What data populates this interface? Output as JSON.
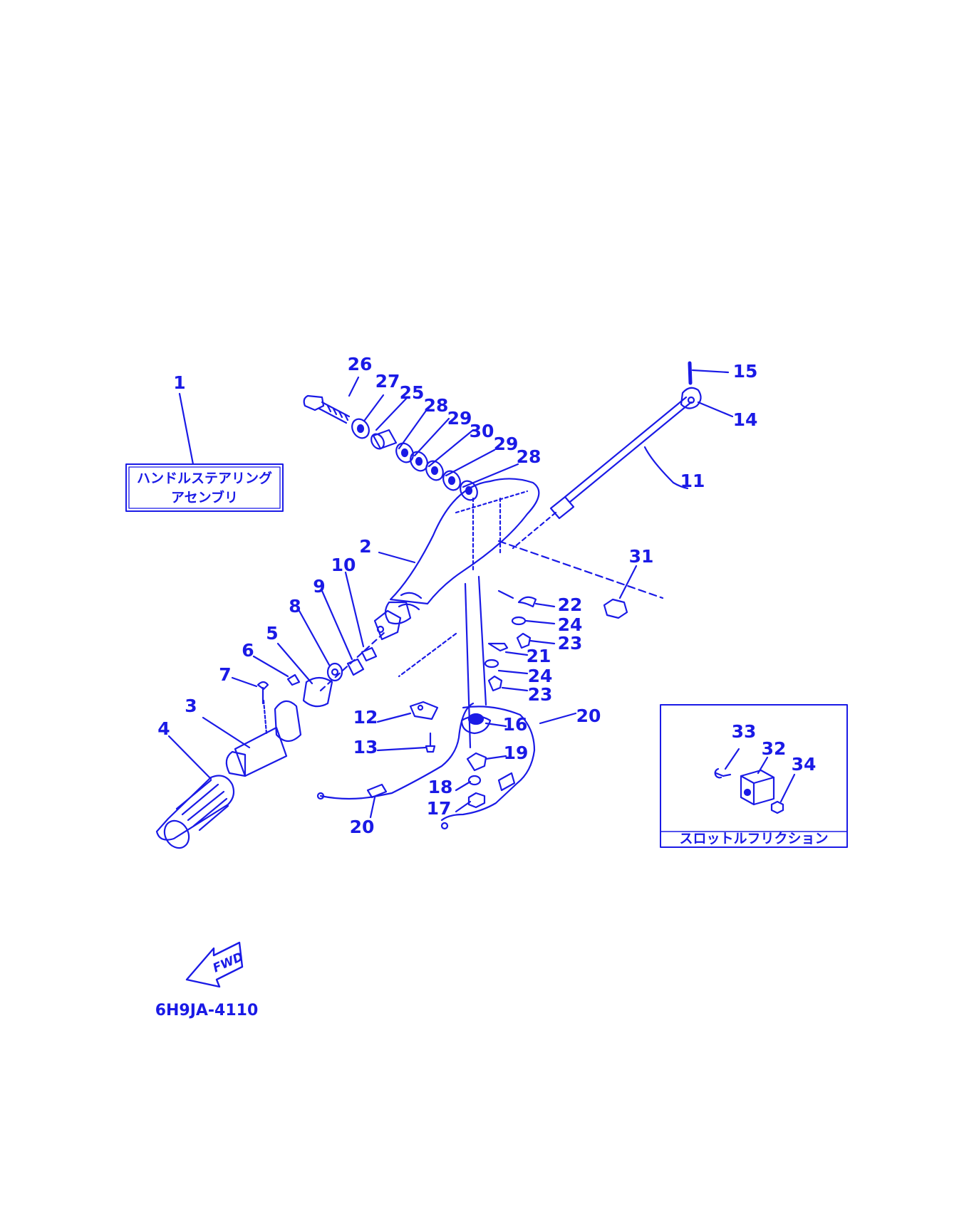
{
  "diagram": {
    "line_color": "#1a1ae6",
    "drawing_code": "6H9JA-4110",
    "fwd_label": "FWD",
    "assembly_box": {
      "line1": "ハンドルステアリング",
      "line2": "アセンブリ"
    },
    "friction_box": {
      "label": "スロットルフリクション"
    },
    "callouts": {
      "c1": "1",
      "c2": "2",
      "c3": "3",
      "c4": "4",
      "c5": "5",
      "c6": "6",
      "c7": "7",
      "c8": "8",
      "c9": "9",
      "c10": "10",
      "c11": "11",
      "c12": "12",
      "c13": "13",
      "c14": "14",
      "c15": "15",
      "c16": "16",
      "c17": "17",
      "c18": "18",
      "c19": "19",
      "c20": "20",
      "c20b": "20",
      "c21": "21",
      "c22": "22",
      "c23": "23",
      "c23b": "23",
      "c24": "24",
      "c24b": "24",
      "c25": "25",
      "c26": "26",
      "c27": "27",
      "c28": "28",
      "c28b": "28",
      "c29": "29",
      "c29b": "29",
      "c30": "30",
      "c31": "31",
      "c32": "32",
      "c33": "33",
      "c34": "34"
    }
  }
}
